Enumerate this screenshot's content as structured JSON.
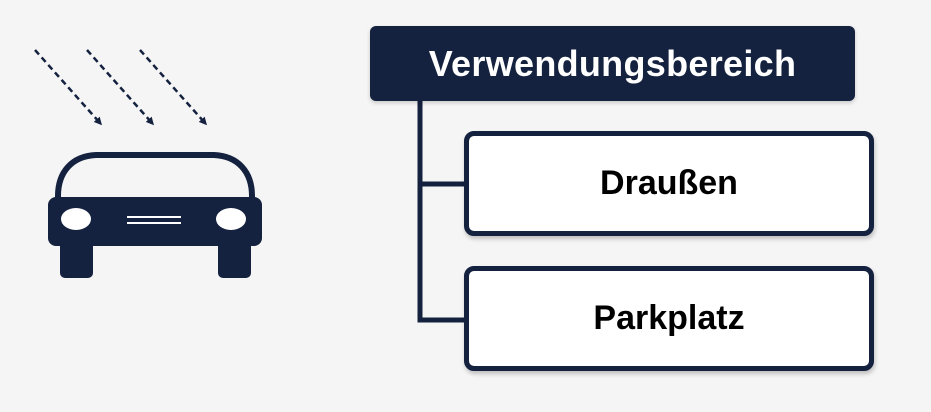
{
  "colors": {
    "primary": "#14223f",
    "background": "#f5f5f5",
    "box_fill": "#ffffff",
    "text_dark": "#000000",
    "text_light": "#ffffff"
  },
  "illustration": {
    "icons": [
      "sun-rays-icon",
      "car-front-icon"
    ]
  },
  "diagram": {
    "header": "Verwendungsbereich",
    "items": [
      {
        "label": "Draußen"
      },
      {
        "label": "Parkplatz"
      }
    ]
  }
}
